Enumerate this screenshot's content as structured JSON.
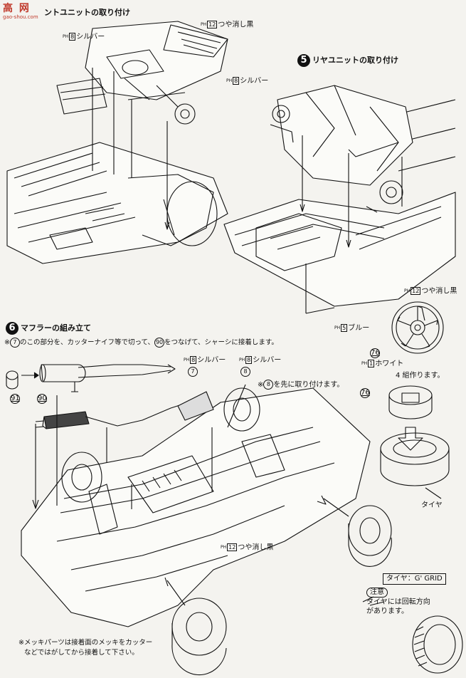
{
  "watermark": {
    "title": "高 网",
    "url": "gao-shou.com"
  },
  "step4": {
    "title": "ントユニットの取り付け",
    "label1_ph": "PH",
    "label1_num": "12",
    "label1_text": "つや消し黒",
    "label2_ph": "PH",
    "label2_num": "8",
    "label2_text": "シルバー",
    "label3_ph": "PH",
    "label3_num": "8",
    "label3_text": "シルバー"
  },
  "step5": {
    "num": "5",
    "title": "リヤユニットの取り付け"
  },
  "wheel": {
    "l1_ph": "PH",
    "l1_num": "12",
    "l1_text": "つや消し黒",
    "l2_ph": "PH",
    "l2_num": "5",
    "l2_text": "ブルー",
    "part76": "76",
    "l3_ph": "PH",
    "l3_num": "1",
    "l3_text": "ホワイト",
    "count": "4 組作ります。",
    "part76b": "76",
    "tire_label": "タイヤ",
    "tire_brand": "タイヤ：G' GRID",
    "note_label": "注意",
    "note_line1": "タイヤには回転方向",
    "note_line2": "があります。"
  },
  "step6": {
    "num": "6",
    "title": "マフラーの組み立て",
    "instr_pre": "※",
    "instr_part7": "7",
    "instr_mid": "のこの部分を、カッターナイフ等で切って、",
    "instr_part90": "90",
    "instr_end": "をつなげて、シャーシに接着します。",
    "lbl_a_ph": "PH",
    "lbl_a_num": "8",
    "lbl_a_text": "シルバー",
    "lbl_a_part": "7",
    "lbl_b_ph": "PH",
    "lbl_b_num": "8",
    "lbl_b_text": "シルバー",
    "lbl_b_part": "8",
    "note8_pre": "※",
    "note8_part": "8",
    "note8_text": "を先に取り付けます。",
    "part91": "91",
    "part90": "90",
    "lbl_c_ph": "PH",
    "lbl_c_num": "12",
    "lbl_c_text": "つや消し黒",
    "footnote1": "※メッキパーツは接着面のメッキをカッター",
    "footnote2": "などではがしてから接着して下さい。"
  }
}
